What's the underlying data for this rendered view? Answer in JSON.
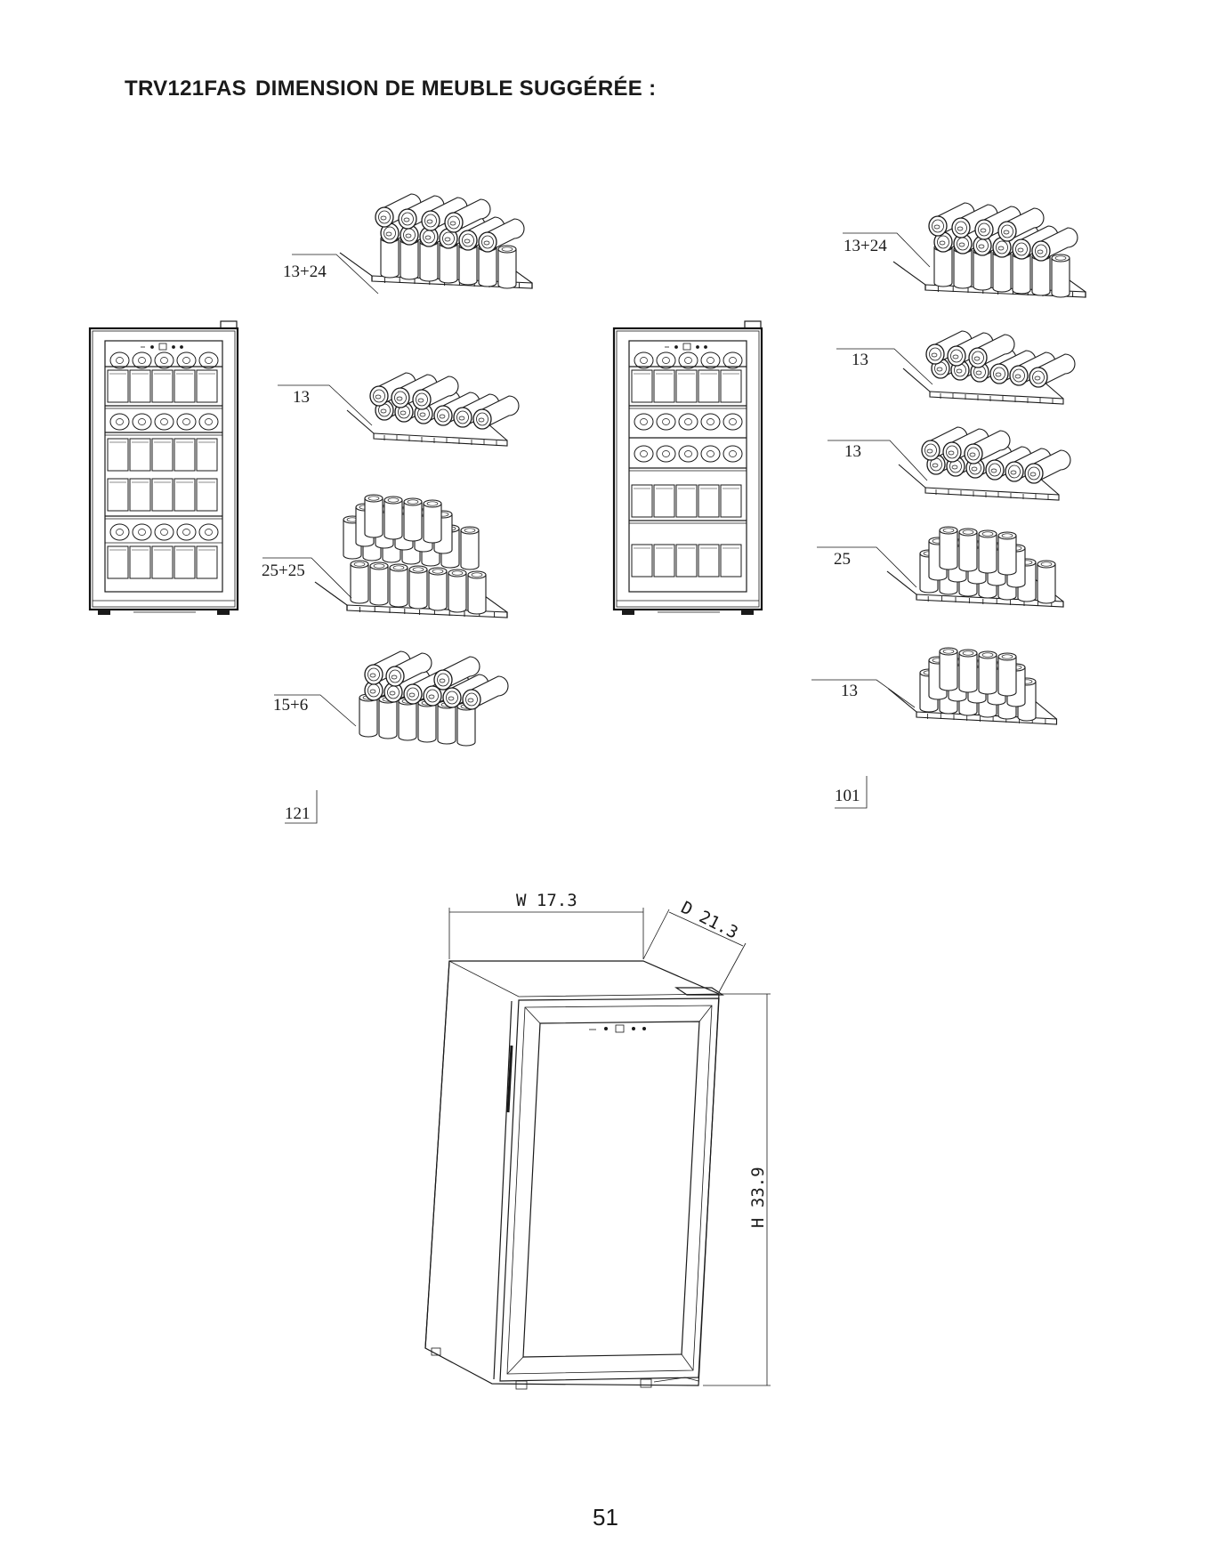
{
  "header": {
    "model": "TRV121FAS",
    "title": "DIMENSION DE MEUBLE SUGGÉRÉE :"
  },
  "config_left": {
    "shelf_labels": [
      "13+24",
      "13",
      "25+25",
      "15+6"
    ],
    "total": "121"
  },
  "config_right": {
    "shelf_labels": [
      "13+24",
      "13",
      "13",
      "25",
      "13"
    ],
    "total": "101"
  },
  "dimensions": {
    "width": "W 17.3",
    "depth": "D 21.3",
    "height": "H 33.9"
  },
  "page_number": "51",
  "colors": {
    "ink": "#1a1a1a",
    "background": "#ffffff"
  }
}
